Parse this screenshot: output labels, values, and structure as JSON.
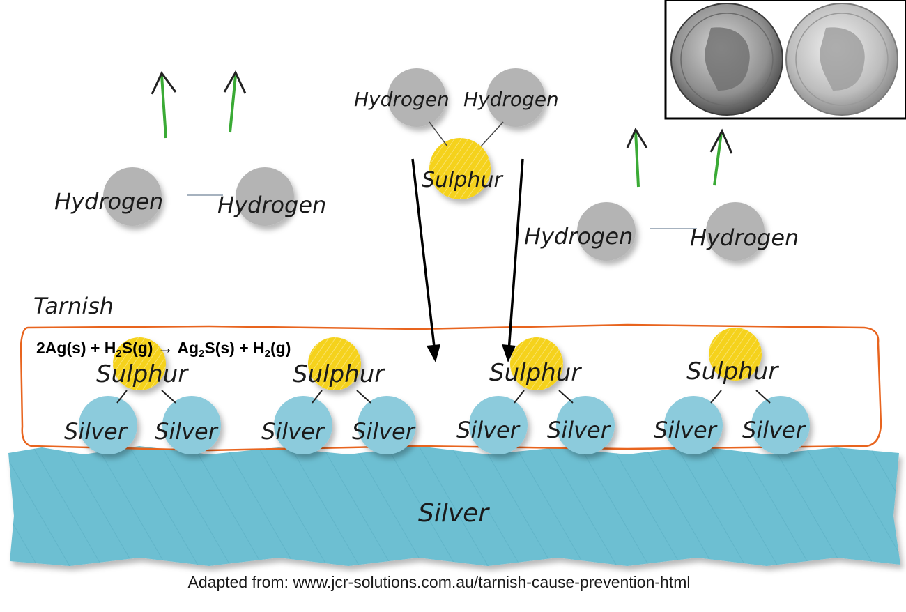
{
  "labels": {
    "hydrogen": "Hydrogen",
    "sulphur": "Sulphur",
    "silver": "Silver",
    "tarnish": "Tarnish"
  },
  "equation": {
    "part1": "2Ag(s) + H",
    "sub1": "2",
    "part2": "S(g) → Ag",
    "sub2": "2",
    "part3": "S(s) + H",
    "sub3": "2",
    "part4": "(g)"
  },
  "caption": "Adapted from: www.jcr-solutions.com.au/tarnish-cause-prevention-html",
  "colors": {
    "hydrogen": "#b4b4b4",
    "sulphur": "#f5d21e",
    "silver_atom": "#8ccbdc",
    "silver_base": "#6dbfd2",
    "tarnish_outline": "#e8641e",
    "up_arrow": "#3aaa35"
  },
  "icons": {
    "coins": "two-silver-coins-photo"
  }
}
